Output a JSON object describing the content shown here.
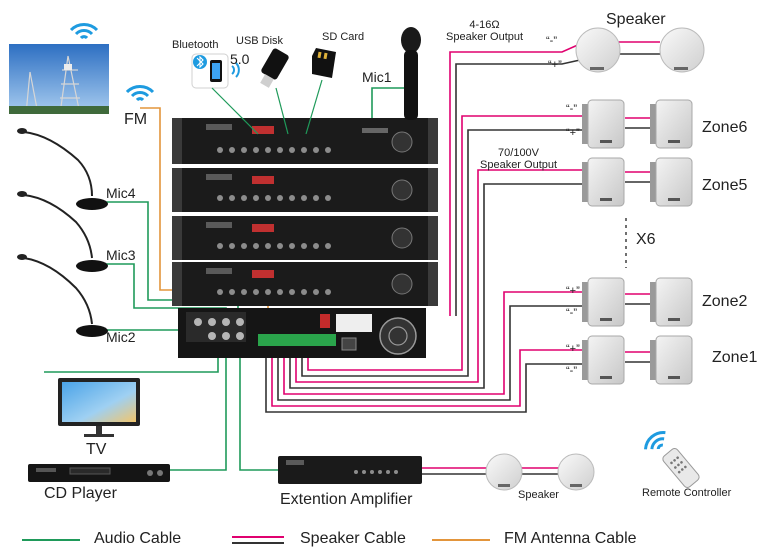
{
  "colors": {
    "audio": "#1f9a5a",
    "speaker_red": "#e0006f",
    "speaker_black": "#333333",
    "fm": "#e3953b",
    "rack": "#1c1c1c",
    "wifi": "#1e9be0"
  },
  "icons": {
    "wifi": "wifi-icon",
    "usb": "usb-icon",
    "sd": "sd-card-icon",
    "bluetooth": "bluetooth-icon",
    "mic": "microphone-icon",
    "speaker": "speaker-icon",
    "remote": "remote-icon"
  },
  "labels": {
    "bluetooth": "Bluetooth",
    "bluetooth_version": "5.0",
    "usb_disk": "USB Disk",
    "sd_card": "SD Card",
    "mic1": "Mic1",
    "fm": "FM",
    "mic4": "Mic4",
    "mic3": "Mic3",
    "mic2": "Mic2",
    "tv": "TV",
    "cd_player": "CD Player",
    "extension_amplifier": "Extention Amplifier",
    "speaker_top": "Speaker",
    "speaker_bottom": "Speaker",
    "remote_controller": "Remote Controller",
    "output_low_impedance": "4-16Ω\nSpeaker Output",
    "output_high_voltage": "70/100V\nSpeaker Output",
    "minus": "“-”",
    "plus": "“+”",
    "zone6": "Zone6",
    "zone5": "Zone5",
    "zone2": "Zone2",
    "zone1": "Zone1",
    "x6": "X6"
  },
  "legend": [
    {
      "label": "Audio Cable",
      "kind": "audio"
    },
    {
      "label": "Speaker Cable",
      "kind": "speaker"
    },
    {
      "label": "FM Antenna Cable",
      "kind": "fm"
    }
  ]
}
